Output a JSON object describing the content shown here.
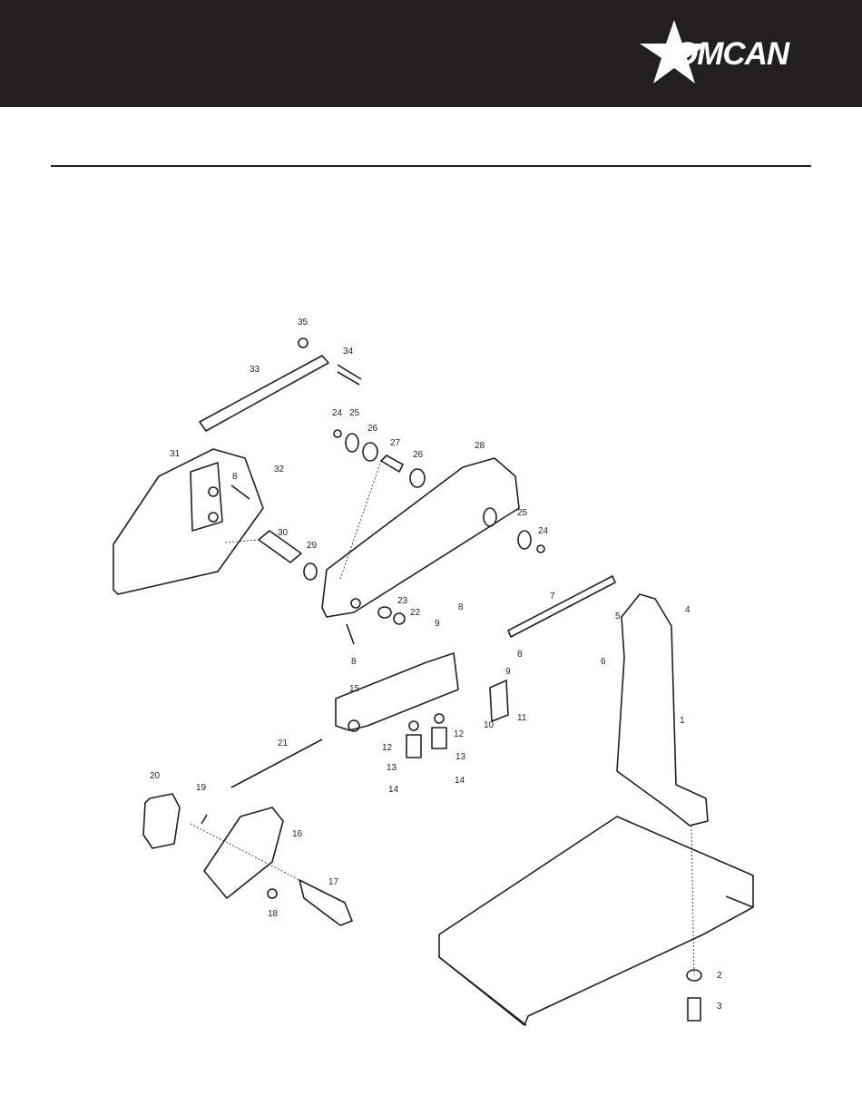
{
  "header": {
    "brand": "OMCAN",
    "logo_icon": "star-logo-icon",
    "background": "#231f20"
  },
  "diagram": {
    "part_labels": [
      "1",
      "2",
      "3",
      "4",
      "5",
      "6",
      "7",
      "8",
      "8",
      "8",
      "8",
      "9",
      "9",
      "10",
      "11",
      "12",
      "12",
      "13",
      "13",
      "14",
      "14",
      "15",
      "16",
      "17",
      "18",
      "19",
      "20",
      "21",
      "22",
      "23",
      "24",
      "24",
      "25",
      "25",
      "26",
      "26",
      "27",
      "28",
      "29",
      "30",
      "31",
      "32",
      "33",
      "34",
      "35"
    ]
  }
}
